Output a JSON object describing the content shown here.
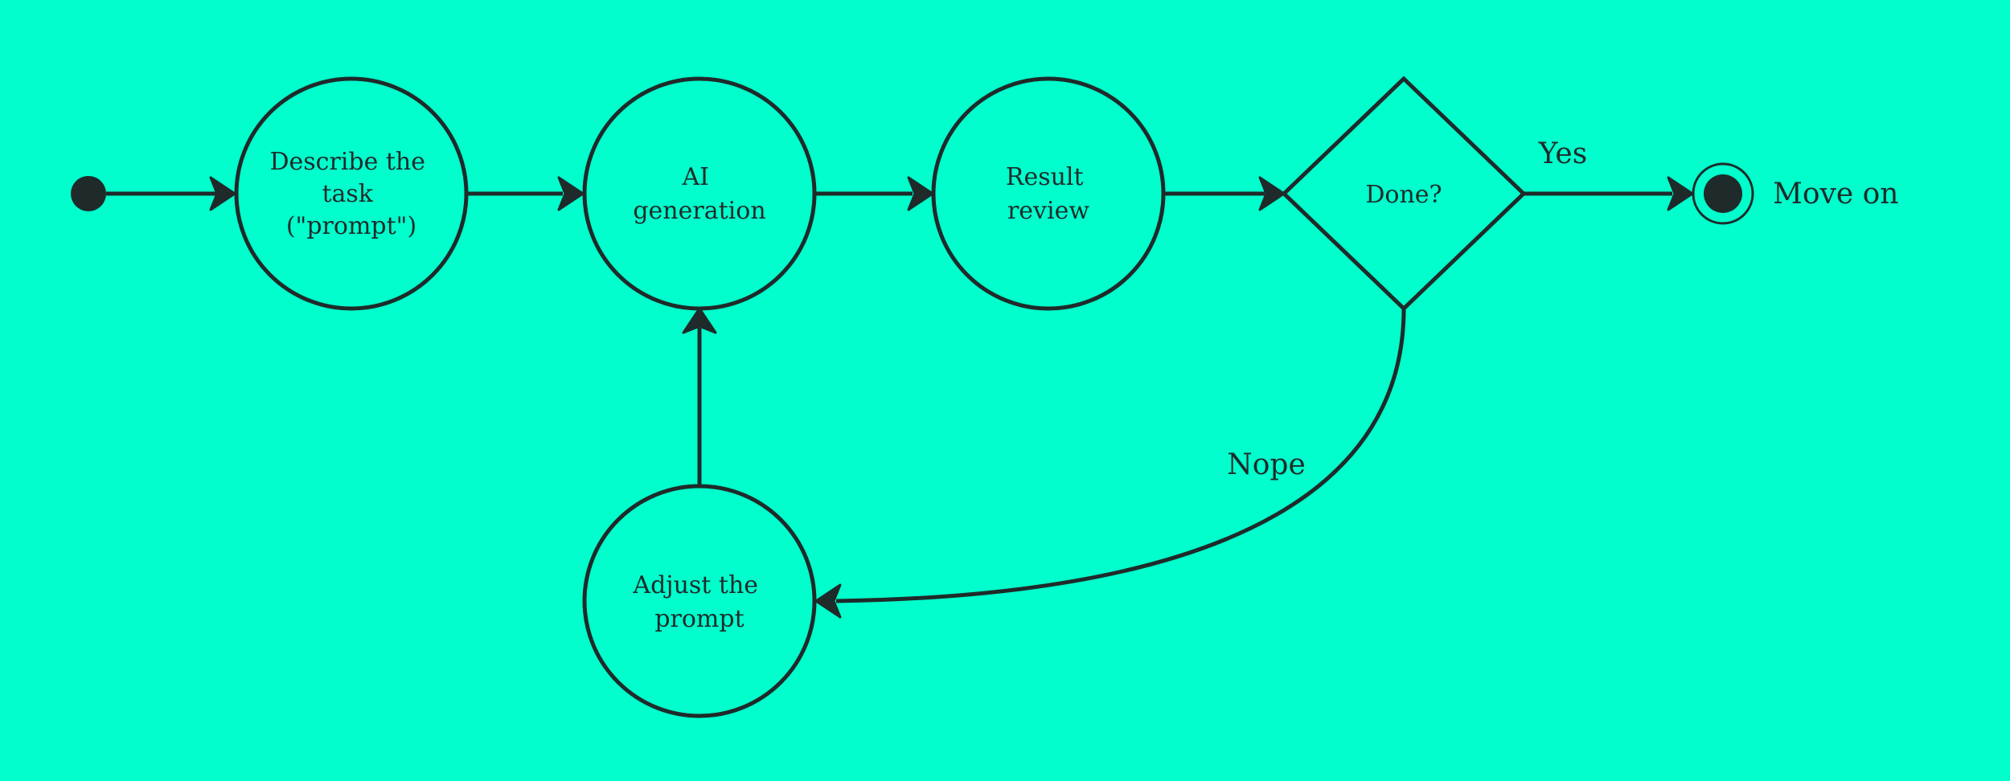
{
  "diagram": {
    "background": "#00FFCC",
    "stroke_color": "#1f2a2a",
    "nodes": {
      "describe": {
        "lines": [
          "Describe the",
          "task",
          "(\"prompt\")"
        ]
      },
      "generation": {
        "lines": [
          "AI",
          "generation"
        ]
      },
      "review": {
        "lines": [
          "Result",
          "review"
        ]
      },
      "done": {
        "lines": [
          "Done?"
        ]
      },
      "adjust": {
        "lines": [
          "Adjust the",
          "prompt"
        ]
      },
      "end": {
        "label": "Move on"
      }
    },
    "edges": {
      "yes_label": "Yes",
      "nope_label": "Nope"
    }
  }
}
